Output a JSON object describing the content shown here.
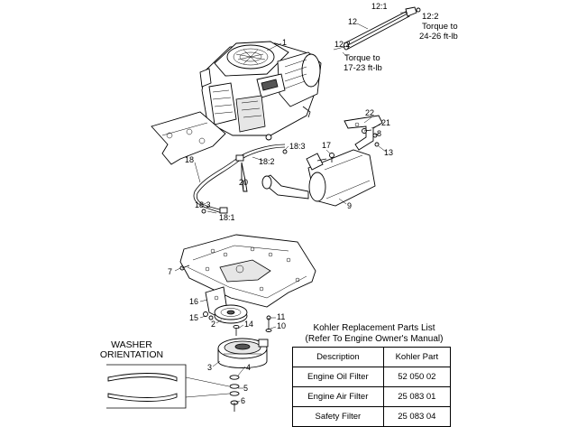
{
  "callouts": [
    "1",
    "2",
    "3",
    "4",
    "5",
    "6",
    "7",
    "8",
    "9",
    "10",
    "11",
    "12",
    "13",
    "14",
    "15",
    "16",
    "17",
    "18",
    "20",
    "21",
    "22",
    "18:1",
    "18:2",
    "18:3",
    "18:3",
    "12:1",
    "12:2",
    "12:2"
  ],
  "torque_notes": {
    "upper": {
      "ref": "12:2",
      "line1": "Torque to",
      "line2": "24-26 ft-lb"
    },
    "lower": {
      "line1": "Torque to",
      "line2": "17-23 ft-lb"
    }
  },
  "washer": {
    "line1": "WASHER",
    "line2": "ORIENTATION"
  },
  "kohler": {
    "title_line1": "Kohler Replacement Parts List",
    "title_line2": "(Refer To Engine Owner's Manual)",
    "headers": [
      "Description",
      "Kohler Part"
    ],
    "rows": [
      {
        "description": "Engine Oil Filter",
        "part": "52 050 02"
      },
      {
        "description": "Engine Air Filter",
        "part": "25 083 01"
      },
      {
        "description": "Safety Filter",
        "part": "25 083 04"
      }
    ]
  }
}
